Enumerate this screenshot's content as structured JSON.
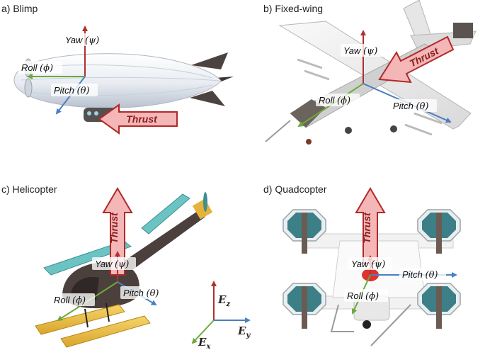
{
  "colors": {
    "yaw": "#b03030",
    "roll": "#6aaa3a",
    "pitch": "#4a7fc1",
    "thrust_fill": "#f4b6b6",
    "thrust_stroke": "#b02a2a",
    "thrust_text": "#8a1d1d"
  },
  "panels": {
    "blimp": {
      "title": "a) Blimp",
      "yaw": "Yaw",
      "yaw_sym": "(ψ)",
      "roll": "Roll",
      "roll_sym": "(ϕ)",
      "pitch": "Pitch",
      "pitch_sym": "(θ)",
      "thrust": "Thrust"
    },
    "fixed_wing": {
      "title": "b) Fixed-wing",
      "yaw": "Yaw",
      "yaw_sym": "(ψ)",
      "roll": "Roll",
      "roll_sym": "(ϕ)",
      "pitch": "Pitch",
      "pitch_sym": "(θ)",
      "thrust": "Thrust"
    },
    "helicopter": {
      "title": "c) Helicopter",
      "yaw": "Yaw",
      "yaw_sym": "(ψ)",
      "roll": "Roll",
      "roll_sym": "(ϕ)",
      "pitch": "Pitch",
      "pitch_sym": "(θ)",
      "thrust": "Thrust"
    },
    "quadcopter": {
      "title": "d) Quadcopter",
      "yaw": "Yaw",
      "yaw_sym": "(ψ)",
      "roll": "Roll",
      "roll_sym": "(ϕ)",
      "pitch": "Pitch",
      "pitch_sym": "(θ)",
      "thrust": "Thrust"
    }
  },
  "world_axes": {
    "z": {
      "main": "E",
      "sub": "z"
    },
    "y": {
      "main": "E",
      "sub": "y"
    },
    "x": {
      "main": "E",
      "sub": "x"
    }
  }
}
